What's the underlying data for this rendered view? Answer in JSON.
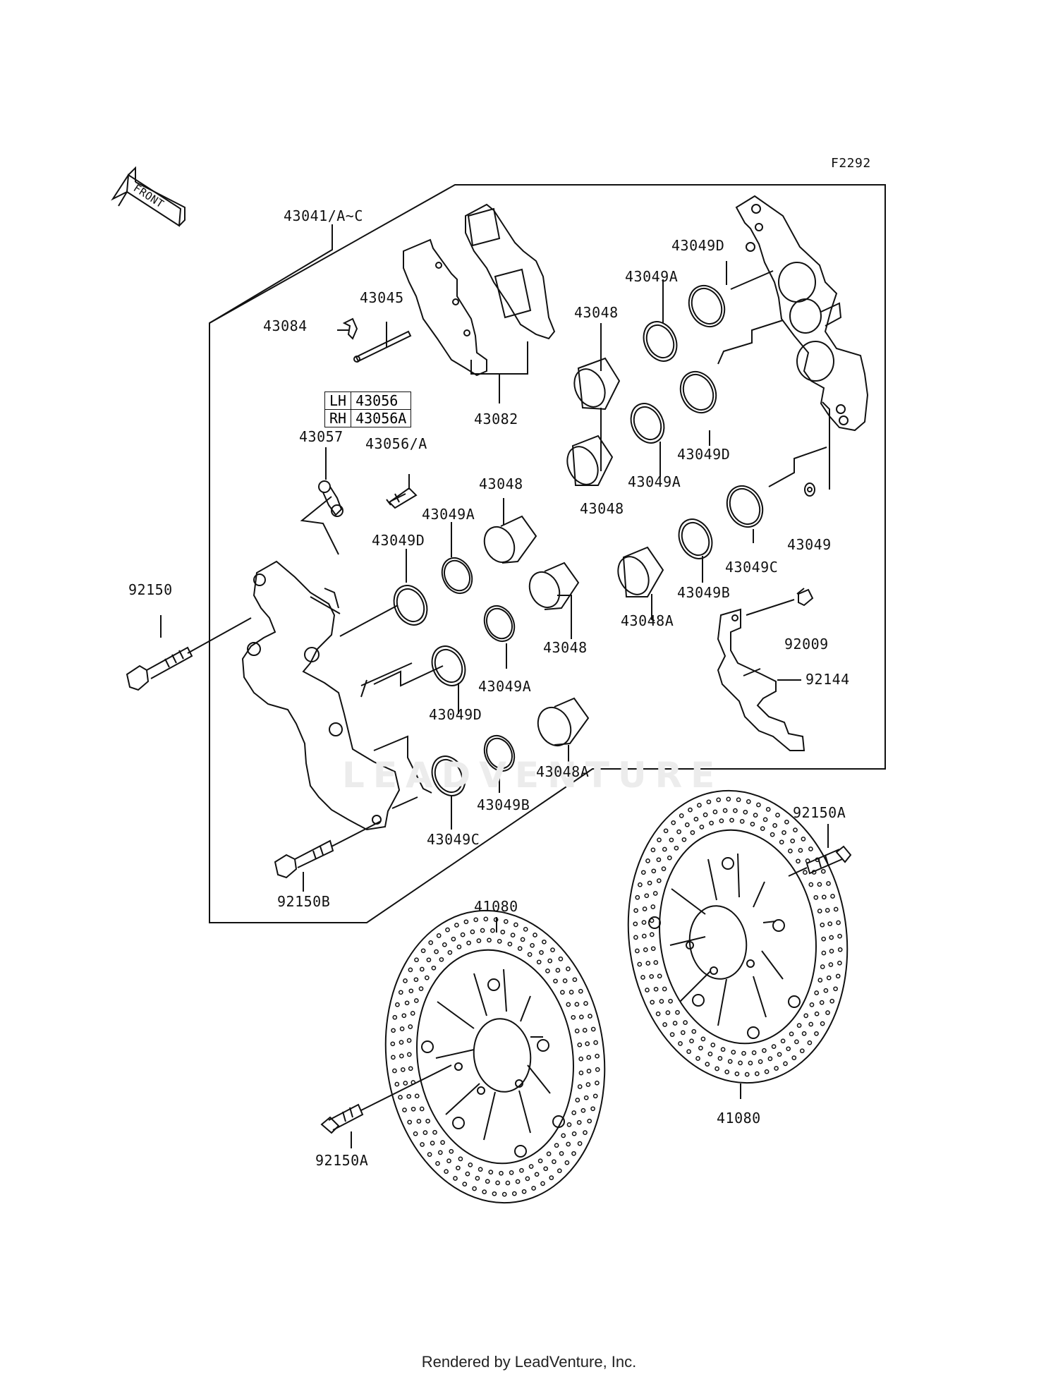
{
  "diagram_code": "F2292",
  "front_label": "FRONT",
  "callouts": [
    {
      "id": "43041",
      "text": "43041/A~C"
    },
    {
      "id": "43084",
      "text": "43084"
    },
    {
      "id": "43045",
      "text": "43045"
    },
    {
      "id": "43082",
      "text": "43082"
    },
    {
      "id": "43057",
      "text": "43057"
    },
    {
      "id": "43056A_bleeder",
      "text": "43056/A"
    },
    {
      "id": "92150_top",
      "text": "92150"
    },
    {
      "id": "43048_a",
      "text": "43048"
    },
    {
      "id": "43049A_a",
      "text": "43049A"
    },
    {
      "id": "43049D_a",
      "text": "43049D"
    },
    {
      "id": "43048_b",
      "text": "43048"
    },
    {
      "id": "43049A_b",
      "text": "43049A"
    },
    {
      "id": "43049D_b",
      "text": "43049D"
    },
    {
      "id": "43048A_a",
      "text": "43048A"
    },
    {
      "id": "43049B_a",
      "text": "43049B"
    },
    {
      "id": "43049C_a",
      "text": "43049C"
    },
    {
      "id": "92150B",
      "text": "92150B"
    },
    {
      "id": "43049D_r1",
      "text": "43049D"
    },
    {
      "id": "43049A_r1",
      "text": "43049A"
    },
    {
      "id": "43048_r1",
      "text": "43048"
    },
    {
      "id": "43049D_r2",
      "text": "43049D"
    },
    {
      "id": "43049A_r2",
      "text": "43049A"
    },
    {
      "id": "43048_r2",
      "text": "43048"
    },
    {
      "id": "43049C_r",
      "text": "43049C"
    },
    {
      "id": "43049",
      "text": "43049"
    },
    {
      "id": "43049B_r",
      "text": "43049B"
    },
    {
      "id": "43048A_r",
      "text": "43048A"
    },
    {
      "id": "92009",
      "text": "92009"
    },
    {
      "id": "92144",
      "text": "92144"
    },
    {
      "id": "92150A_r",
      "text": "92150A"
    },
    {
      "id": "41080_l",
      "text": "41080"
    },
    {
      "id": "41080_r",
      "text": "41080"
    },
    {
      "id": "92150A_l",
      "text": "92150A"
    }
  ],
  "side_table": {
    "rows": [
      {
        "side": "LH",
        "part": "43056"
      },
      {
        "side": "RH",
        "part": "43056A"
      }
    ]
  },
  "watermark": "LEADVENTURE",
  "footer": "Rendered by LeadVenture, Inc."
}
